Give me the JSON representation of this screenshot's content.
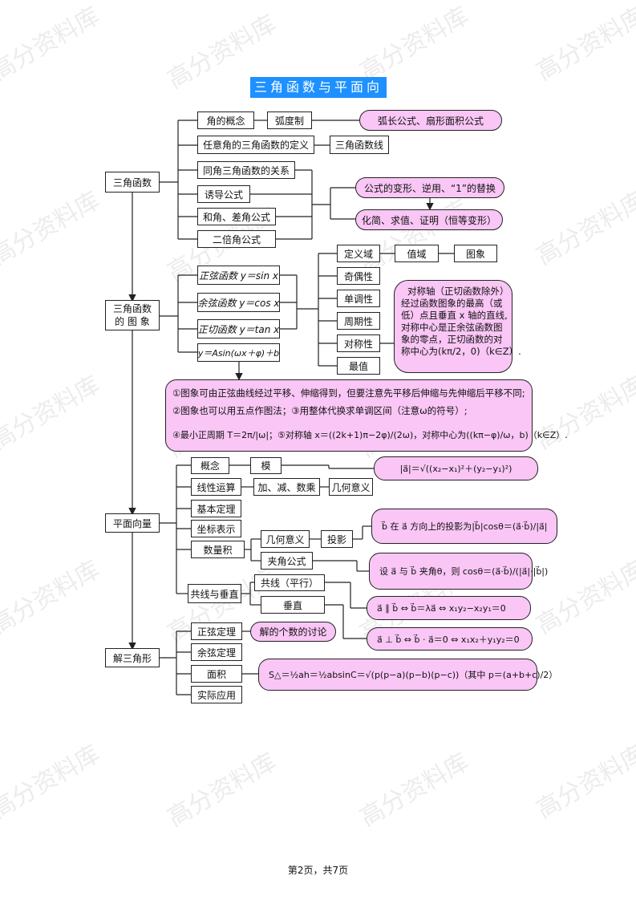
{
  "title": "三角函数与平面向量",
  "watermark": "高分资料库",
  "footer": "第2页，共7页",
  "main_nodes": {
    "trig": "三角函数",
    "graph_line1": "三角函数",
    "graph_line2": "的 图 象",
    "vector": "平面向量",
    "triangle": "解三角形"
  },
  "trig": {
    "angle_concept": "角的概念",
    "radian": "弧度制",
    "arc_formula": "弧长公式、扇形面积公式",
    "any_angle_def": "任意角的三角函数的定义",
    "trig_line": "三角函数线",
    "same_angle": "同角三角函数的关系",
    "induction": "诱导公式",
    "sum_diff": "和角、差角公式",
    "double": "二倍角公式",
    "transform": "公式的变形、逆用、“1”的替换",
    "simplify": "化简、求值、证明（恒等变形）"
  },
  "graph": {
    "sin": "正弦函数 y＝sin x",
    "cos": "余弦函数 y＝cos x",
    "tan": "正切函数 y＝tan x",
    "general": "y＝Asin(ωx＋φ)＋b",
    "domain": "定义域",
    "range": "值域",
    "image": "图象",
    "parity": "奇偶性",
    "monotonic": "单调性",
    "period": "周期性",
    "symmetry": "对称性",
    "extreme": "最值",
    "symmetry_note": [
      "对称轴（正切函数除外）",
      "经过函数图象的最高（或",
      "低）点且垂直 x 轴的直线,",
      "对称中心是正余弦函数图",
      "象的零点，正切函数的对",
      "称中心为(kπ/2，0)（k∈Z）."
    ],
    "notes": [
      "①图象可由正弦曲线经过平移、伸缩得到，但要注意先平移后伸缩与先伸缩后平移不同;",
      "②图象也可以用五点作图法；③用整体代换求单调区间（注意ω的符号）;",
      "④最小正周期 T＝2π/|ω|；⑤对称轴 x＝((2k+1)π−2φ)/(2ω)，对称中心为((kπ−φ)/ω，b)（k∈Z）."
    ]
  },
  "vector": {
    "concept": "概念",
    "modulus": "模",
    "modulus_formula": "|a⃗|＝√((x₂−x₁)²＋(y₂−y₁)²)",
    "linear": "线性运算",
    "add_ops": "加、减、数乘",
    "geo_meaning": "几何意义",
    "basic_theorem": "基本定理",
    "coord": "坐标表示",
    "dot": "数量积",
    "geo_meaning2": "几何意义",
    "projection": "投影",
    "projection_formula": "b⃗ 在 a⃗ 方向上的投影为|b⃗|cosθ＝(a⃗·b⃗)/|a⃗|",
    "angle_formula_label": "夹角公式",
    "angle_formula": "设 a⃗ 与 b⃗ 夹角θ，则 cosθ＝(a⃗·b⃗)/(|a⃗|·|b⃗|)",
    "collinear_perp": "共线与垂直",
    "collinear": "共线（平行）",
    "perpendicular": "垂直",
    "parallel_formula": "a⃗ ∥ b⃗ ⇔ b⃗＝λa⃗ ⇔ x₁y₂−x₂y₁＝0",
    "perp_formula": "a⃗ ⊥ b⃗ ⇔ b⃗ · a⃗＝0 ⇔ x₁x₂＋y₁y₂＝0"
  },
  "triangle": {
    "sine_law": "正弦定理",
    "solution_count": "解的个数的讨论",
    "cosine_law": "余弦定理",
    "area": "面积",
    "application": "实际应用",
    "area_formula": "S△＝½ah＝½absinC＝√(p(p−a)(p−b)(p−c))（其中 p＝(a+b+c)/2）"
  }
}
